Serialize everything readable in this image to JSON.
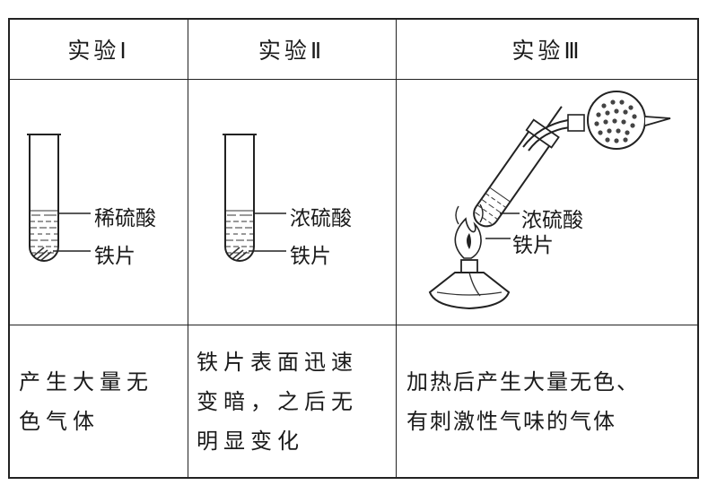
{
  "headers": [
    "实验Ⅰ",
    "实验Ⅱ",
    "实验Ⅲ"
  ],
  "figures": {
    "exp1": {
      "liquid_label": "稀硫酸",
      "solid_label": "铁片"
    },
    "exp2": {
      "liquid_label": "浓硫酸",
      "solid_label": "铁片"
    },
    "exp3": {
      "liquid_label": "浓硫酸",
      "solid_label": "铁片"
    }
  },
  "results": {
    "exp1": [
      "产生大量无",
      "色气体"
    ],
    "exp2": [
      "铁片表面迅速",
      "变暗，之后无",
      "明显变化"
    ],
    "exp3": [
      "加热后产生大量无色、",
      "有刺激性气味的气体"
    ]
  }
}
